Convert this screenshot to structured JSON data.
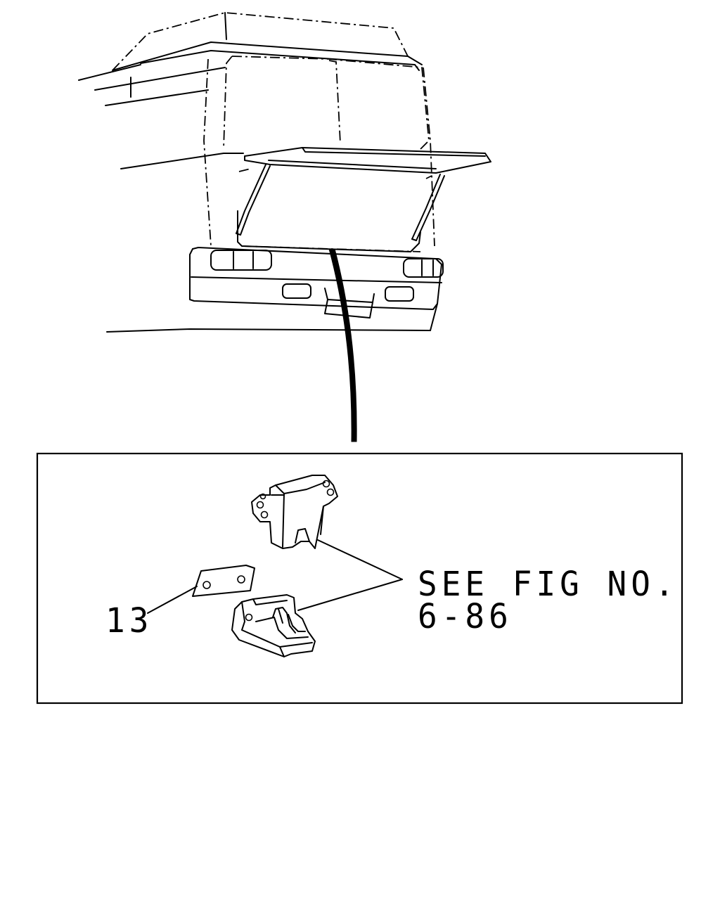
{
  "callouts": {
    "part_13": "13",
    "reference_line_1": "SEE FIG NO.",
    "reference_line_2": "6-86"
  }
}
